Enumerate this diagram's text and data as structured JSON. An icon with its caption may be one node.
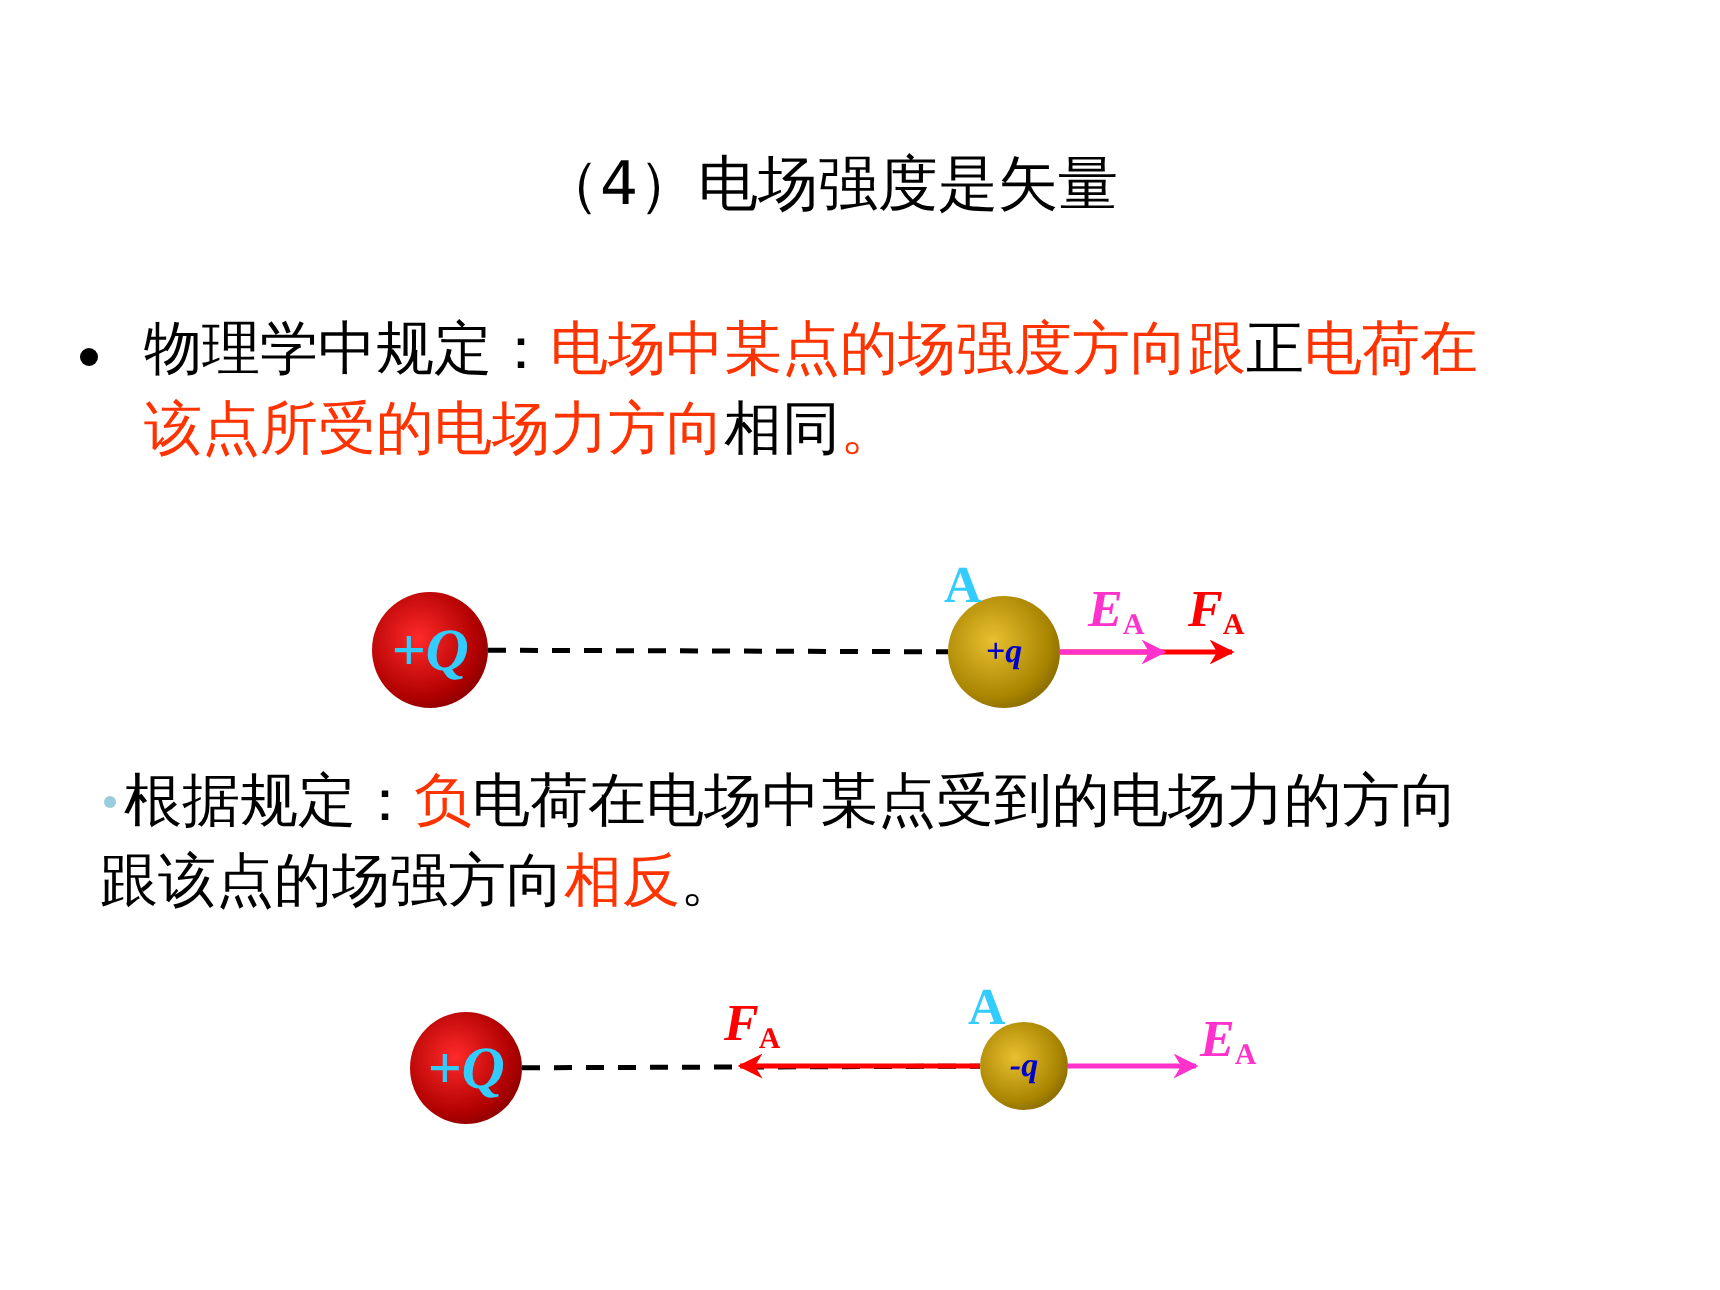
{
  "diagram": {
    "title": "（4）电场强度是矢量",
    "nodes": [
      {
        "text": [
          "+Q"
        ]
      },
      {
        "text": [
          "+q"
        ],
        "beside": [
          "A"
        ]
      },
      {
        "text": [
          "+Q"
        ]
      },
      {
        "text": [
          "-q"
        ],
        "beside": [
          "A"
        ]
      }
    ],
    "edges": [
      {
        "from": 0,
        "to": 1,
        "arrow": "none",
        "style": "dashed"
      },
      {
        "from": 1,
        "to": null,
        "arrow": "to",
        "color": "#ff33cc",
        "label": "*E*$_{A}$"
      },
      {
        "from": 1,
        "to": null,
        "arrow": "to",
        "color": "#ff0000",
        "label": "*F*$_{A}$"
      },
      {
        "from": 2,
        "to": 3,
        "arrow": "none",
        "style": "dashed"
      },
      {
        "from": 3,
        "to": null,
        "arrow": "to",
        "color": "#ff0000",
        "label": "*F*$_{A}$"
      },
      {
        "from": 3,
        "to": null,
        "arrow": "to",
        "color": "#ff33cc",
        "label": "*E*$_{A}$"
      }
    ],
    "labels": [
      "物理学中规定：**电场中某点的场强度方向跟**正**电荷在该点所受的电场力方向**相同**。**",
      "根据规定：**负**电荷在电场中某点受到的电场力的方向跟该点的场强方向**相反**。"
    ]
  }
}
